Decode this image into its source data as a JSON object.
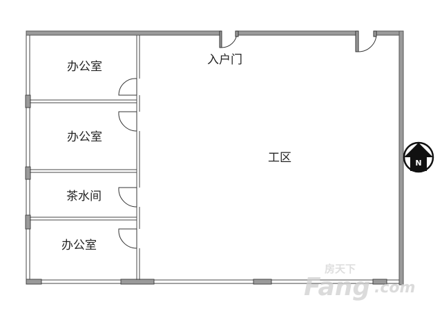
{
  "rooms": {
    "office_1": "办公室",
    "office_2": "办公室",
    "tea_room": "茶水间",
    "office_3": "办公室",
    "work_area": "工区"
  },
  "entrance_label": "入户门",
  "compass": {
    "icon": "north-arrow-icon",
    "letter": "N"
  },
  "watermark": {
    "cn": "房天下",
    "brand": "Fang",
    "tld": ".com"
  },
  "colors": {
    "wall": "#808080",
    "line": "#333333",
    "watermark": "#c8c8c8"
  }
}
